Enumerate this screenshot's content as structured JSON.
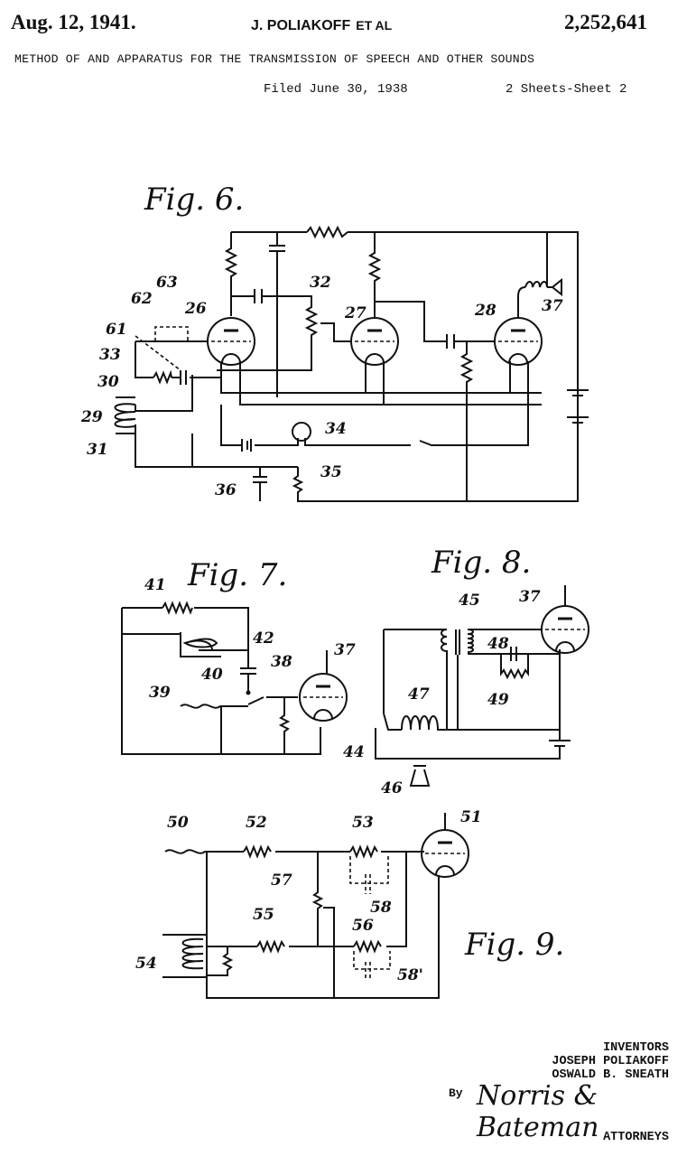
{
  "header": {
    "date": "Aug. 12, 1941.",
    "inventor": "J. POLIAKOFF",
    "et_al": "ET AL",
    "patent_number": "2,252,641",
    "title": "METHOD OF AND APPARATUS FOR THE TRANSMISSION OF SPEECH AND OTHER SOUNDS",
    "filed": "Filed June 30, 1938",
    "sheets": "2 Sheets-Sheet 2"
  },
  "figures": [
    {
      "label": "Fig. 6.",
      "refs": [
        "26",
        "27",
        "28",
        "29",
        "30",
        "31",
        "32",
        "33",
        "34",
        "35",
        "36",
        "37",
        "61",
        "62",
        "63"
      ]
    },
    {
      "label": "Fig. 7.",
      "refs": [
        "37",
        "38",
        "39",
        "40",
        "41",
        "42"
      ]
    },
    {
      "label": "Fig. 8.",
      "refs": [
        "37",
        "44",
        "45",
        "46",
        "47",
        "48",
        "49"
      ]
    },
    {
      "label": "Fig. 9.",
      "refs": [
        "50",
        "51",
        "52",
        "53",
        "54",
        "55",
        "56",
        "57",
        "58",
        "58'"
      ]
    }
  ],
  "fig6": {
    "label": "Fig. 6.",
    "r26": "26",
    "r27": "27",
    "r28": "28",
    "r29": "29",
    "r30": "30",
    "r31": "31",
    "r32": "32",
    "r33": "33",
    "r34": "34",
    "r35": "35",
    "r36": "36",
    "r37": "37",
    "r61": "61",
    "r62": "62",
    "r63": "63"
  },
  "fig7": {
    "label": "Fig. 7.",
    "r37": "37",
    "r38": "38",
    "r39": "39",
    "r40": "40",
    "r41": "41",
    "r42": "42"
  },
  "fig8": {
    "label": "Fig. 8.",
    "r37": "37",
    "r44": "44",
    "r45": "45",
    "r46": "46",
    "r47": "47",
    "r48": "48",
    "r49": "49"
  },
  "fig9": {
    "label": "Fig. 9.",
    "r50": "50",
    "r51": "51",
    "r52": "52",
    "r53": "53",
    "r54": "54",
    "r55": "55",
    "r56": "56",
    "r57": "57",
    "r58": "58",
    "r58p": "58'"
  },
  "signature": {
    "inventors_label": "INVENTORS",
    "inventor1": "JOSEPH POLIAKOFF",
    "inventor2": "OSWALD B. SNEATH",
    "by": "By",
    "attorney_signature": "Norris & Bateman",
    "attorneys_label": "ATTORNEYS"
  }
}
